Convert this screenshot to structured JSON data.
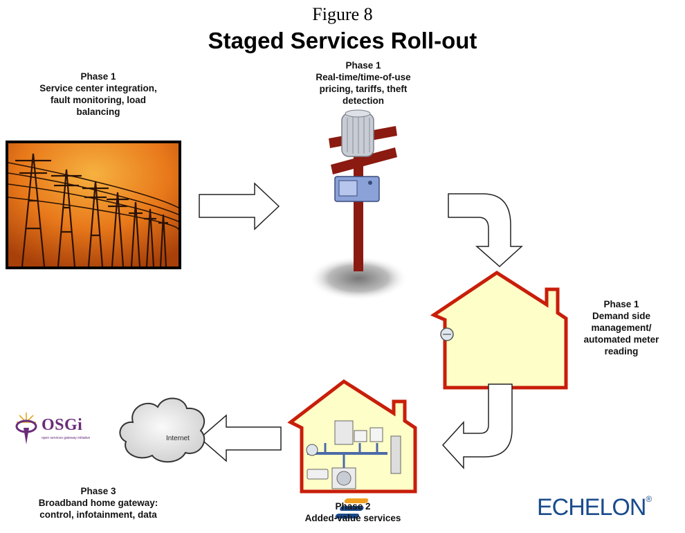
{
  "figure_label": "Figure 8",
  "title": "Staged Services Roll-out",
  "captions": {
    "top_left": {
      "phase": "Phase 1",
      "lines": [
        "Service center integration,",
        "fault monitoring, load",
        "balancing"
      ]
    },
    "top_center": {
      "phase": "Phase 1",
      "lines": [
        "Real-time/time-of-use",
        "pricing, tariffs, theft",
        "detection"
      ]
    },
    "right_middle": {
      "phase": "Phase 1",
      "lines": [
        "Demand side",
        "management/",
        "automated meter",
        "reading"
      ]
    },
    "bottom_center": {
      "phase": "Phase 2",
      "lines": [
        "Added-value services"
      ]
    },
    "bottom_left": {
      "phase": "Phase 3",
      "lines": [
        "Broadband home gateway:",
        "control, infotainment, data"
      ]
    }
  },
  "cloud_label": "Internet",
  "osgi_logo": {
    "name": "OSGi",
    "tagline": "open services gateway initiative"
  },
  "echelon_logo": {
    "name": "ECHELON",
    "mark": "®"
  },
  "colors": {
    "house_fill": "#fefec8",
    "house_outline": "#c81e0a",
    "pole": "#8b1a10",
    "sky": "#e8781a",
    "echelon_blue": "#1a4b8c",
    "echelon_orange": "#f0a020"
  }
}
